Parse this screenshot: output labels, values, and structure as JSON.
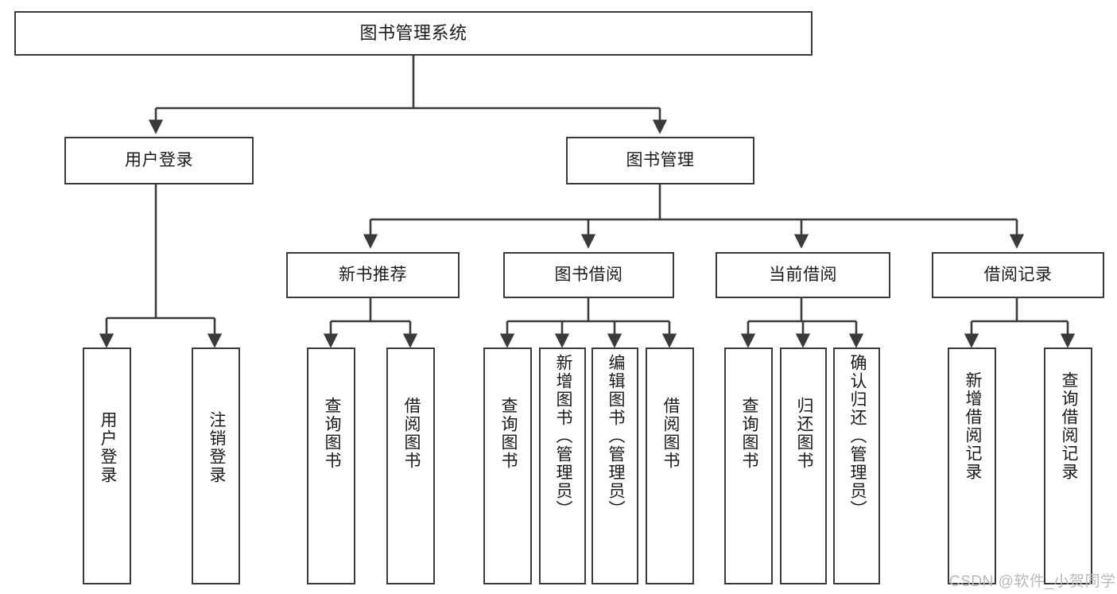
{
  "diagram": {
    "title": "图书管理系统",
    "type": "tree",
    "root": {
      "label": "图书管理系统"
    },
    "level2": [
      {
        "label": "用户登录"
      },
      {
        "label": "图书管理"
      }
    ],
    "level3": [
      {
        "label": "新书推荐"
      },
      {
        "label": "图书借阅"
      },
      {
        "label": "当前借阅"
      },
      {
        "label": "借阅记录"
      }
    ],
    "leaves": {
      "user_login": [
        {
          "label": "用户登录"
        },
        {
          "label": "注销登录"
        }
      ],
      "new_book_recommend": [
        {
          "label": "查询图书"
        },
        {
          "label": "借阅图书"
        }
      ],
      "book_borrow": [
        {
          "label": "查询图书"
        },
        {
          "label": "新增图书（管理员）"
        },
        {
          "label": "编辑图书（管理员）"
        },
        {
          "label": "借阅图书"
        }
      ],
      "current_borrow": [
        {
          "label": "查询图书"
        },
        {
          "label": "归还图书"
        },
        {
          "label": "确认归还（管理员）"
        }
      ],
      "borrow_record": [
        {
          "label": "新增借阅记录"
        },
        {
          "label": "查询借阅记录"
        }
      ]
    }
  },
  "watermark": {
    "text": "CSDN @软件_小贺同学"
  },
  "colors": {
    "border": "#3a3a3a",
    "text": "#1a1a1a",
    "background": "#ffffff",
    "watermark": "#b9b9b9"
  }
}
